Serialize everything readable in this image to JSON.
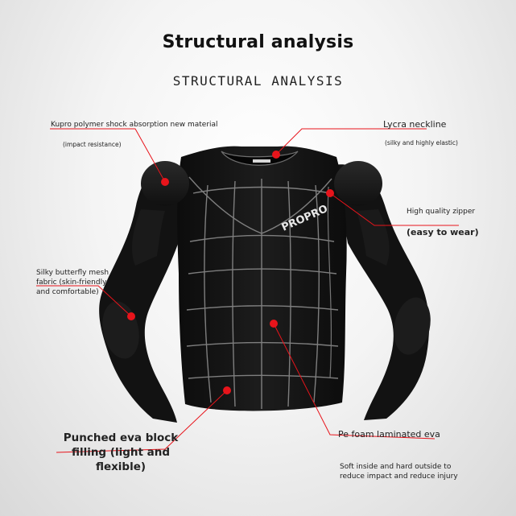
{
  "header": {
    "title": "Structural analysis",
    "subtitle": "STRUCTURAL ANALYSIS"
  },
  "product": {
    "brand": "PROPRO"
  },
  "callouts": {
    "kupro": {
      "label": "Kupro polymer shock absorption new material",
      "note": "(impact resistance)"
    },
    "lycra": {
      "label": "Lycra neckline",
      "note": "(silky and highly elastic)"
    },
    "zipper": {
      "label": "High quality zipper",
      "note": "(easy to wear)"
    },
    "mesh": {
      "line1": "Silky butterfly mesh",
      "line2": "fabric (skin-friendly",
      "line3": "and comfortable)"
    },
    "eva_block": {
      "line1": "Punched eva block",
      "line2": "filling (light and",
      "line3": "flexible)"
    },
    "pe_foam": {
      "label": "Pe foam laminated eva",
      "note1": "Soft inside and hard outside to",
      "note2": "reduce impact and reduce injury"
    }
  },
  "colors": {
    "accent": "#e8141b",
    "garment": "#141414",
    "stitch": "#8a8a8a"
  }
}
